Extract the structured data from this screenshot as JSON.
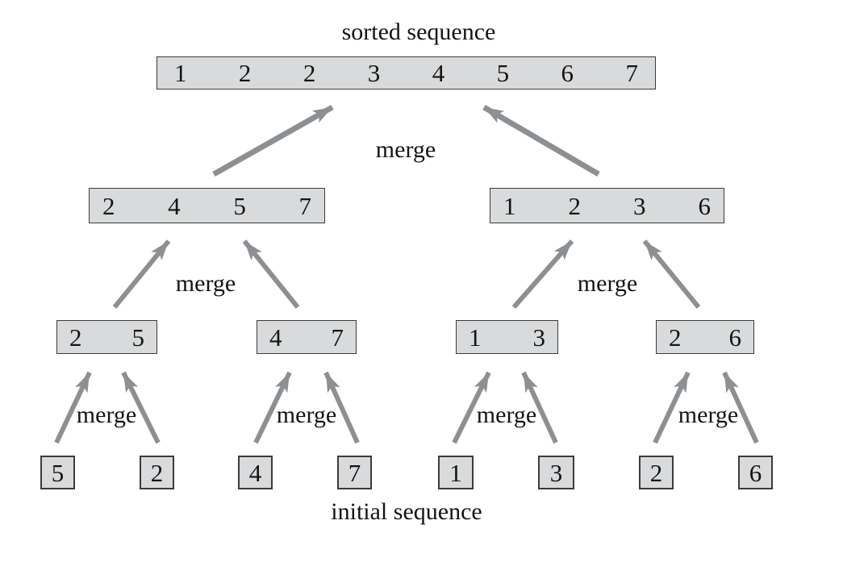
{
  "labels": {
    "sorted": "sorted sequence",
    "initial": "initial sequence",
    "merge": "merge"
  },
  "sequences": {
    "sorted": [
      "1",
      "2",
      "2",
      "3",
      "4",
      "5",
      "6",
      "7"
    ],
    "run4": [
      [
        "2",
        "4",
        "5",
        "7"
      ],
      [
        "1",
        "2",
        "3",
        "6"
      ]
    ],
    "run2": [
      [
        "2",
        "5"
      ],
      [
        "4",
        "7"
      ],
      [
        "1",
        "3"
      ],
      [
        "2",
        "6"
      ]
    ],
    "initial": [
      "5",
      "2",
      "4",
      "7",
      "1",
      "3",
      "2",
      "6"
    ]
  },
  "colors": {
    "box_fill": "#d9dadb",
    "box_border": "#3b3b3b",
    "arrow": "#8d9093",
    "text": "#141414",
    "background": "#ffffff"
  }
}
